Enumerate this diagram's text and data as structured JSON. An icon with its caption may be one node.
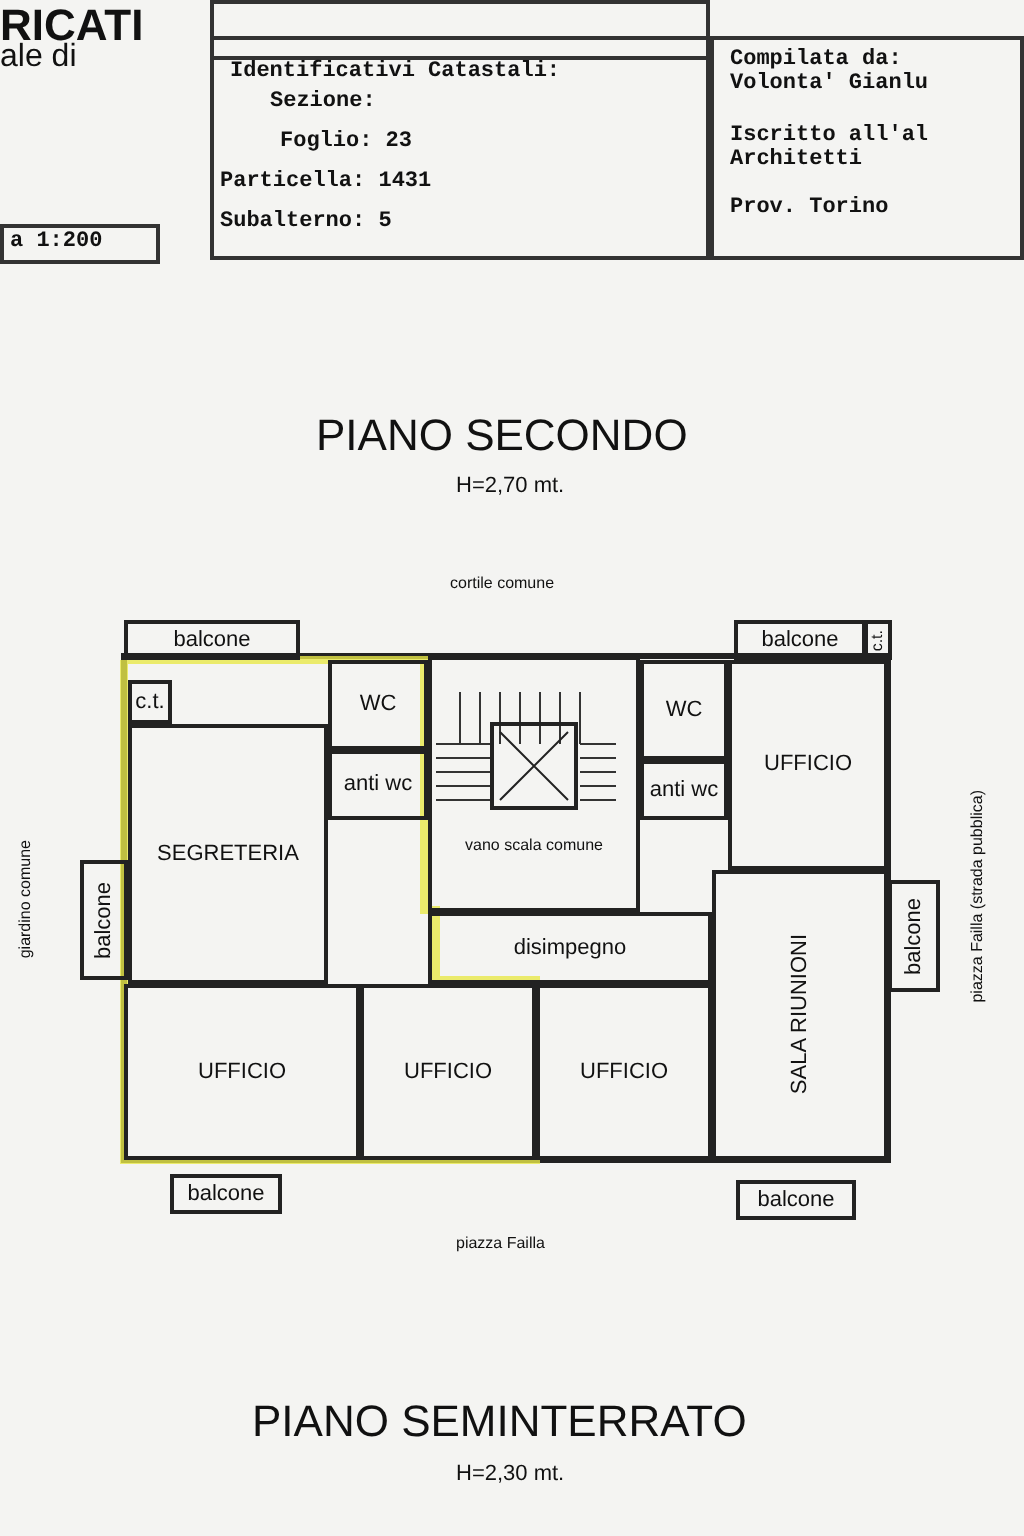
{
  "diagram": {
    "nodes": [
      {
        "text": [
          "balcone"
        ]
      },
      {
        "text": [
          "c.t."
        ]
      },
      {
        "text": [
          "WC"
        ]
      },
      {
        "text": [
          "anti wc"
        ]
      },
      {
        "text": [
          "vano scala comune"
        ]
      },
      {
        "text": [
          "WC"
        ]
      },
      {
        "text": [
          "anti wc"
        ]
      },
      {
        "text": [
          "balcone"
        ]
      },
      {
        "text": [
          "c.t."
        ]
      },
      {
        "text": [
          "UFFICIO"
        ]
      },
      {
        "text": [
          "balcone"
        ]
      },
      {
        "text": [
          "SEGRETERIA"
        ]
      },
      {
        "text": [
          "disimpegno"
        ]
      },
      {
        "text": [
          "SALA RIUNIONI"
        ]
      },
      {
        "text": [
          "balcone"
        ]
      },
      {
        "text": [
          "UFFICIO"
        ]
      },
      {
        "text": [
          "UFFICIO"
        ]
      },
      {
        "text": [
          "UFFICIO"
        ]
      },
      {
        "text": [
          "balcone"
        ]
      },
      {
        "text": [
          "balcone"
        ]
      }
    ],
    "labels": [
      "RICATI",
      "ale di",
      "Identificativi Catastali:",
      "Sezione:",
      "Foglio: 23",
      "Particella: 1431",
      "Subalterno: 5",
      "Compilata da: Volonta' Gianlu",
      "Iscritto all'al Architetti",
      "Prov. Torino",
      "a 1:200",
      "PIANO SECONDO",
      "H=2,70 mt.",
      "cortile comune",
      "giardino comune",
      "piazza Failla (strada pubblica)",
      "piazza Failla",
      "PIANO SEMINTERRATO",
      "H=2,30 mt."
    ]
  }
}
